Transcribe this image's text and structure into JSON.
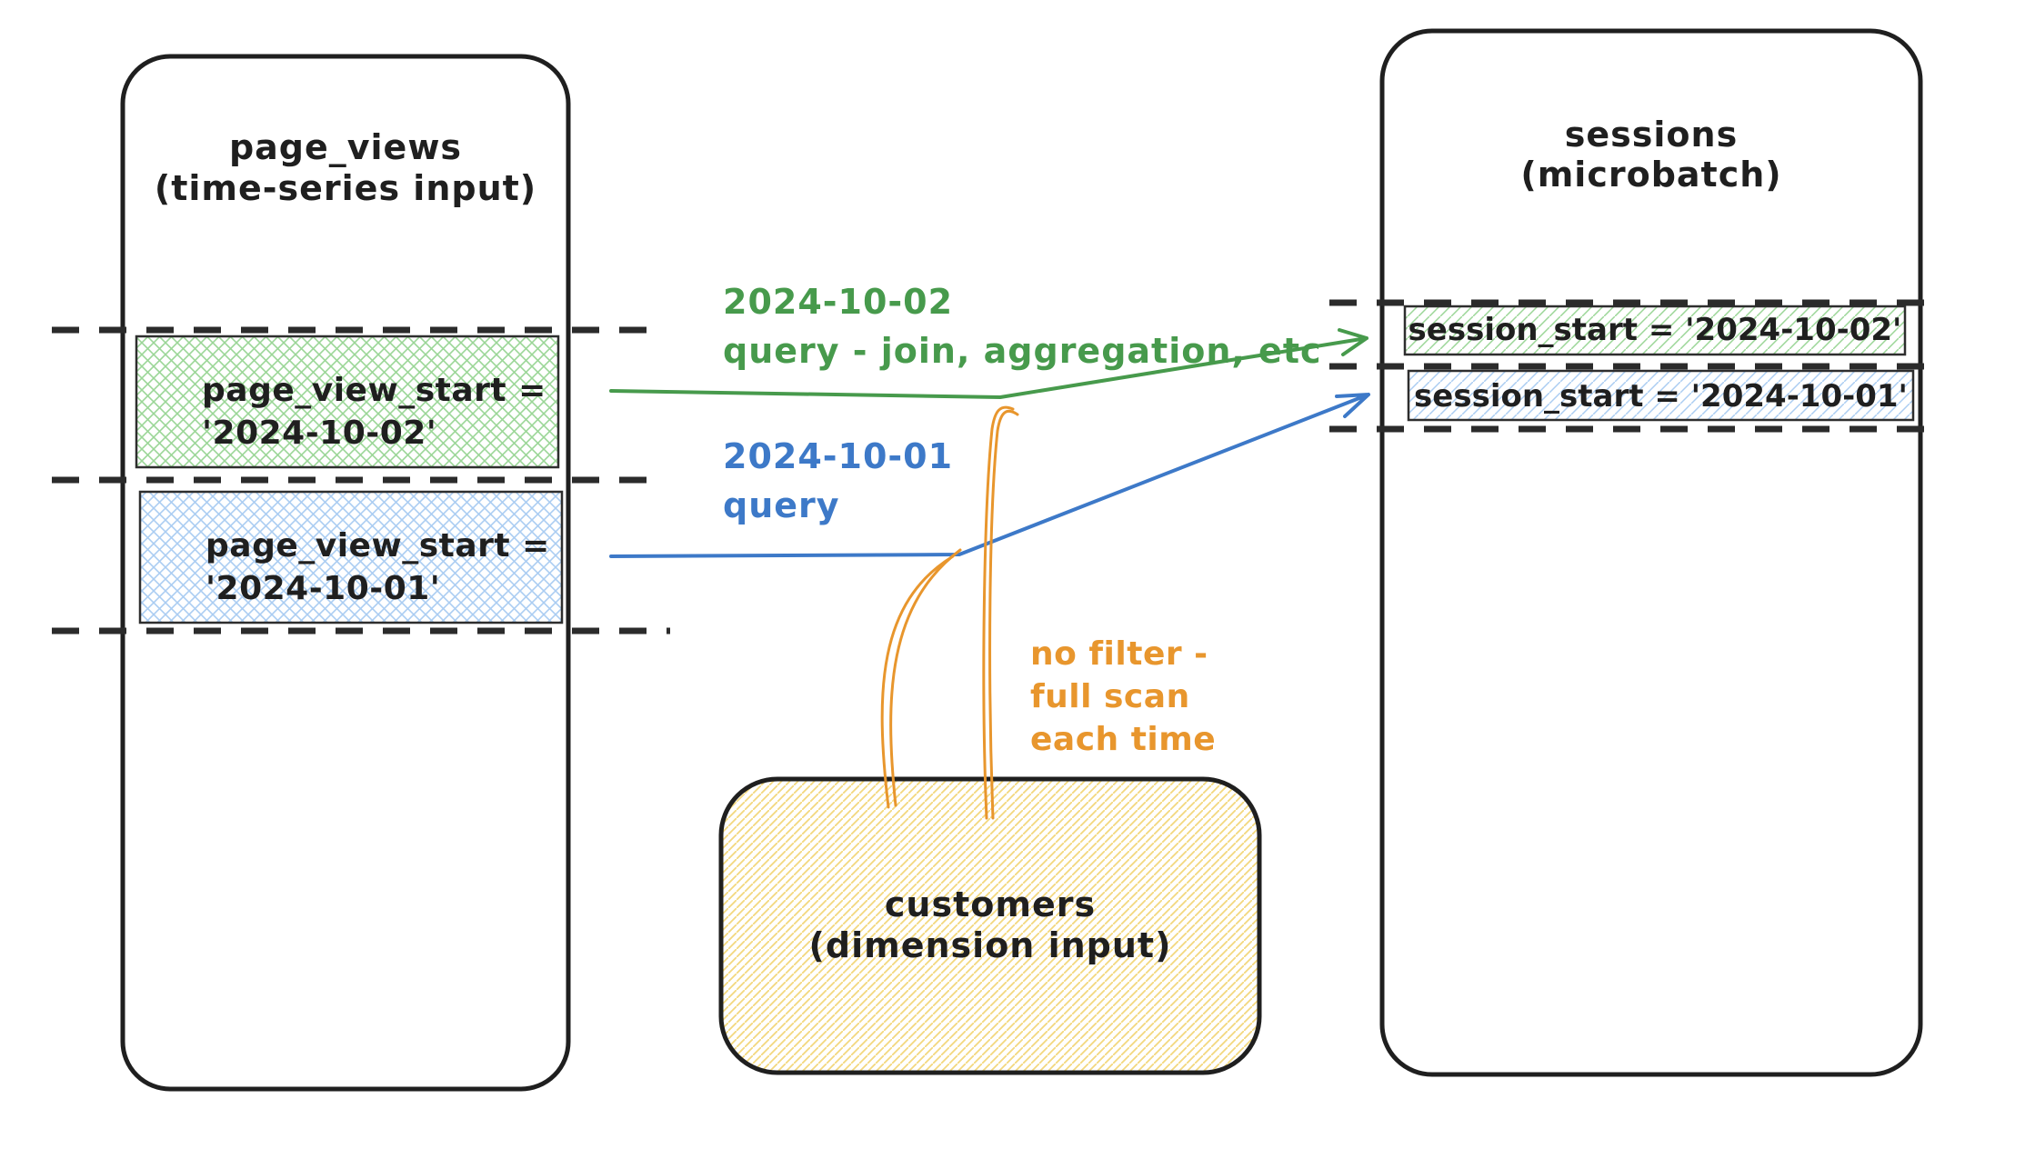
{
  "diagram": {
    "left_table": {
      "title_line1": "page_views",
      "title_line2": "(time-series input)",
      "green_partition_line1": "page_view_start =",
      "green_partition_line2": "'2024-10-02'",
      "blue_partition_line1": "page_view_start =",
      "blue_partition_line2": "'2024-10-01'"
    },
    "right_table": {
      "title_line1": "sessions",
      "title_line2": "(microbatch)",
      "green_row": "session_start = '2024-10-02'",
      "blue_row": "session_start = '2024-10-01'"
    },
    "dimension_table": {
      "title_line1": "customers",
      "title_line2": "(dimension input)"
    },
    "labels": {
      "green_query_line1": "2024-10-02",
      "green_query_line2": "query - join, aggregation, etc",
      "blue_query_line1": "2024-10-01",
      "blue_query_line2": "query",
      "orange_note_line1": "no filter -",
      "orange_note_line2": "full scan",
      "orange_note_line3": "each time"
    },
    "colors": {
      "ink": "#1f1f1f",
      "green": "#479a4c",
      "blue": "#3d79c8",
      "orange": "#e8962d",
      "green_fill": "#9bd697",
      "blue_fill": "#abcdf2",
      "yellow_fill": "#f3d87e"
    }
  }
}
